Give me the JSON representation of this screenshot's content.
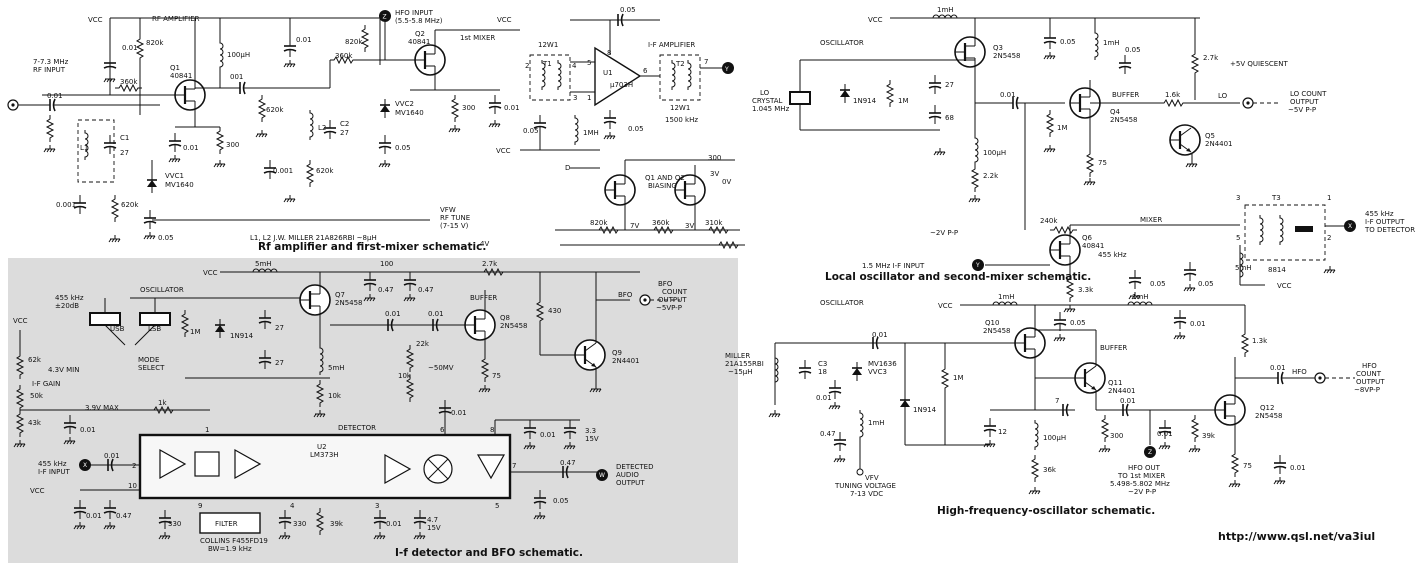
{
  "schematics": {
    "rf": {
      "caption": "Rf amplifier and first-mixer schematic.",
      "labels": [
        "VCC",
        "RF AMPLIFIER",
        "820k",
        "0.01",
        "7-7.3 MHz",
        "RF INPUT",
        "0.01",
        "360k",
        "Q1",
        "40841",
        "100μH",
        "0.01",
        "001",
        "620k",
        "C1",
        "27",
        "L1",
        "0.01",
        "300",
        "VVC1",
        "MV1640",
        "0.001",
        "620k",
        "0.05",
        "L1, L2  J.W. MILLER 21A826RBI ~8μH",
        "820k",
        "360k",
        "Q2",
        "40841",
        "1st MIXER",
        "VVC2",
        "MV1640",
        "0.05",
        "L2",
        "C2",
        "27",
        "0.001",
        "620k",
        "300",
        "0.01",
        "VCC",
        "0.05",
        "1MH",
        "12W1",
        "T1",
        "U1",
        "µ703H",
        "I-F AMPLIFIER",
        "T2",
        "12W1",
        "1500 kHz",
        "0.05",
        "0.05",
        "VCC",
        "8",
        "4",
        "5",
        "7",
        "6",
        "2",
        "3",
        "1"
      ],
      "hfo_input": [
        "HFO INPUT",
        "(5.5-5.8 MHz)"
      ],
      "vfw": [
        "VFW",
        "RF TUNE",
        "(7-15 V)"
      ],
      "bias": [
        "Q1 AND Q2",
        "BIASING",
        "820k",
        "360k",
        "310k",
        "300",
        "3V",
        "0V",
        "4V",
        "7V",
        "3V",
        "D"
      ],
      "node_z": "Z",
      "node_y": "Y"
    },
    "lo": {
      "caption": "Local oscillator and second-mixer schematic.",
      "labels": [
        "VCC",
        "1mH",
        "OSCILLATOR",
        "Q3",
        "2N5458",
        "0.05",
        "1mH",
        "0.05",
        "2.7k",
        "+5V QUIESCENT",
        "LO",
        "CRYSTAL",
        "1.045 MHz",
        "1N914",
        "1M",
        "27",
        "68",
        "0.01",
        "1M",
        "BUFFER",
        "Q4",
        "2N5458",
        "1.6k",
        "LO",
        "LO COUNT",
        "OUTPUT",
        "~5V P-P",
        "Q5",
        "2N4401",
        "100μH",
        "2.2k",
        "75",
        "240k",
        "MIXER",
        "~2V P-P",
        "Q6",
        "40841",
        "455 kHz",
        "3.3k",
        "0.05",
        "1.5 MHz  I-F INPUT",
        "T3",
        "8814",
        "0.05",
        "5mH",
        "VCC",
        "455 kHz",
        "I-F OUTPUT",
        "TO DETECTOR",
        "3",
        "1",
        "5",
        "2"
      ],
      "node_y": "Y",
      "node_x": "X"
    },
    "hfo": {
      "caption": "High-frequency-oscillator schematic.",
      "labels": [
        "OSCILLATOR",
        "VCC",
        "1mH",
        "Q10",
        "2N5458",
        "0.05",
        "1mH",
        "0.01",
        "1.3k",
        "MILLER",
        "21A155RBI",
        "~15μH",
        "C3",
        "18",
        "0.01",
        "MV1636",
        "VVC3",
        "0.01",
        "1mH",
        "0.47",
        "VFV",
        "TUNING VOLTAGE",
        "7-13 VDC",
        "1N914",
        "1M",
        "12",
        "BUFFER",
        "Q11",
        "2N4401",
        "7",
        "0.01",
        "100μH",
        "300",
        "0.01",
        "39k",
        "36k",
        "HFO OUT",
        "TO 1st MIXER",
        "5.498-5.802 MHz",
        "~2V P-P",
        "0.01",
        "HFO",
        "HFO",
        "COUNT",
        "OUTPUT",
        "~8VP-P",
        "Q12",
        "2N5458",
        "75",
        "0.01"
      ],
      "node_z": "Z"
    },
    "if": {
      "caption": "I-f detector and BFO schematic.",
      "labels": [
        "VCC",
        "5mH",
        "100",
        "2.7k",
        "OSCILLATOR",
        "0.47",
        "0.47",
        "BFO",
        "BFO",
        "COUNT",
        "OUTPUT",
        "~5VP-P",
        "455 kHz",
        "±20dB",
        "USB",
        "LSB",
        "1M",
        "1N914",
        "27",
        "27",
        "Q7",
        "2N5458",
        "0.01",
        "0.01",
        "BUFFER",
        "Q8",
        "2N5458",
        "430",
        "Q9",
        "2N4401",
        "VCC",
        "62k",
        "4.3V MIN",
        "MODE",
        "SELECT",
        "I-F GAIN",
        "50k",
        "3.9V MAX",
        "43k",
        "0.01",
        "5mH",
        "10k",
        "22k",
        "10k",
        "~50MV",
        "75",
        "1k",
        "0.01",
        "DETECTOR",
        "U2",
        "LM373H",
        "0.01",
        "3.3",
        "15V",
        "455 kHz",
        "I-F INPUT",
        "0.01",
        "VCC",
        "0.01",
        "0.47",
        "330",
        "FILTER",
        "COLLINS F455FD19",
        "BW=1.9 kHz",
        "330",
        "39k",
        "0.01",
        "4.7",
        "15V",
        "0.47",
        "DETECTED",
        "AUDIO",
        "OUTPUT",
        "0.05",
        "1",
        "2",
        "10",
        "9",
        "4",
        "3",
        "5",
        "6",
        "7",
        "8"
      ],
      "node_x": "X",
      "node_w": "W"
    }
  },
  "footer_url": "http://www.qsl.net/va3iul",
  "colors": {
    "ink": "#111111",
    "paper": "#ffffff",
    "panel": "#f7f7f7",
    "shade": "#dcdcdc"
  },
  "icons": [
    "transistor-icon",
    "resistor-icon",
    "capacitor-icon",
    "inductor-icon",
    "diode-icon",
    "ground-icon",
    "opamp-icon",
    "transformer-icon",
    "crystal-icon",
    "connector-icon"
  ]
}
